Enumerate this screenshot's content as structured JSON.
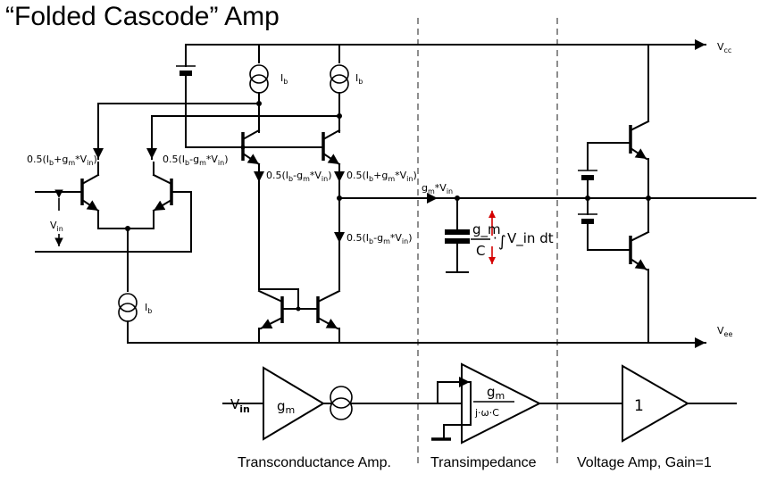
{
  "title": "“Folded Cascode” Amp",
  "labels": {
    "vcc": "V",
    "vcc_sub": "cc",
    "vee": "V",
    "vee_sub": "ee",
    "ib": "I",
    "ib_sub": "b",
    "vin": "V",
    "vin_sub": "in",
    "cur_left_plus": "0.5(I_b+g_m*V_in)",
    "cur_left_minus": "0.5(I_b-g_m*V_in)",
    "cur_mid_minus": "0.5(I_b-g_m*V_in)",
    "cur_mid_plus": "0.5(I_b+g_m*V_in)",
    "cur_lower_minus": "0.5(I_b-g_m*V_in)",
    "gm_vin": "g_m*V_in",
    "formula_num": "g_m",
    "formula_den": "C",
    "formula_dot": "·",
    "formula_integral": "∫",
    "formula_tail": "V_in dt"
  },
  "block_diagram": {
    "input_label": "V",
    "input_sub": "in",
    "gm_label": "g",
    "gm_sub": "m",
    "ti_num": "g_m",
    "ti_den": "j·ω·C",
    "gain_label": "1",
    "captions": [
      "Transconductance Amp.",
      "Transimpedance",
      "Voltage Amp, Gain=1"
    ]
  },
  "colors": {
    "wire": "#000000",
    "arrow": "#d40000",
    "divider": "#444444"
  }
}
